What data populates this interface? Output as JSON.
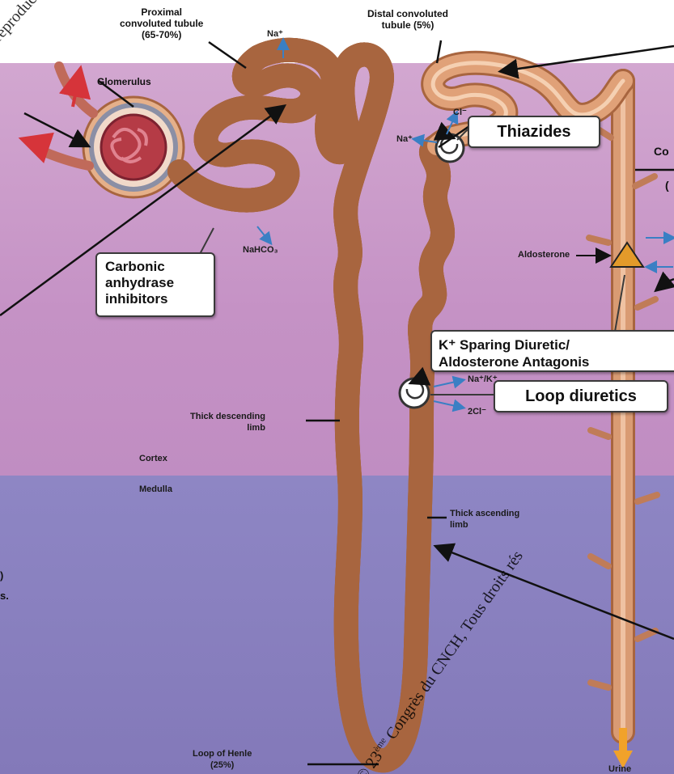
{
  "watermarks": {
    "top_left": "te reproductio",
    "diagonal_prefix": "© 23",
    "diagonal_sup": "ème",
    "diagonal_rest": " Congrès du CNCH, Tous droits rés"
  },
  "labels": {
    "pct_title": "Proximal\nconvoluted tubule\n(65-70%)",
    "glomerulus": "Glomerulus",
    "dct_title": "Distal convoluted\ntubule (5%)",
    "thick_descending": "Thick descending\nlimb",
    "thick_ascending": "Thick ascending\nlimb",
    "cortex": "Cortex",
    "medulla": "Medulla",
    "loop_of_henle": "Loop of Henle\n(25%)",
    "aldosterone": "Aldosterone",
    "urine": "Urine",
    "collecting_fragment_1": "Co",
    "collecting_fragment_2": "(",
    "left_fragment_1": ")",
    "left_fragment_2": "s."
  },
  "ions": {
    "na_pct": "Na⁺",
    "cl_dct": "Cl⁻",
    "na_dct": "Na⁺",
    "nahco3": "NaHCO₃",
    "nak": "Na⁺/K⁺",
    "two_cl": "2Cl⁻"
  },
  "drugs": {
    "thiazides": "Thiazides",
    "carbonic_line1": "Carbonic",
    "carbonic_line2": "anhydrase",
    "carbonic_line3": "inhibitors",
    "ksparing_line1": "K⁺ Sparing Diuretic/",
    "ksparing_line2": "Aldosterone Antagonis",
    "loop": "Loop diuretics"
  },
  "colors": {
    "tubule": "#e0a178",
    "tubule_edge": "#a8653f",
    "cortex": "#c592c5",
    "medulla": "#8379b9",
    "arrow_blue": "#3a7fc4",
    "arrow_red": "#d6343a"
  }
}
